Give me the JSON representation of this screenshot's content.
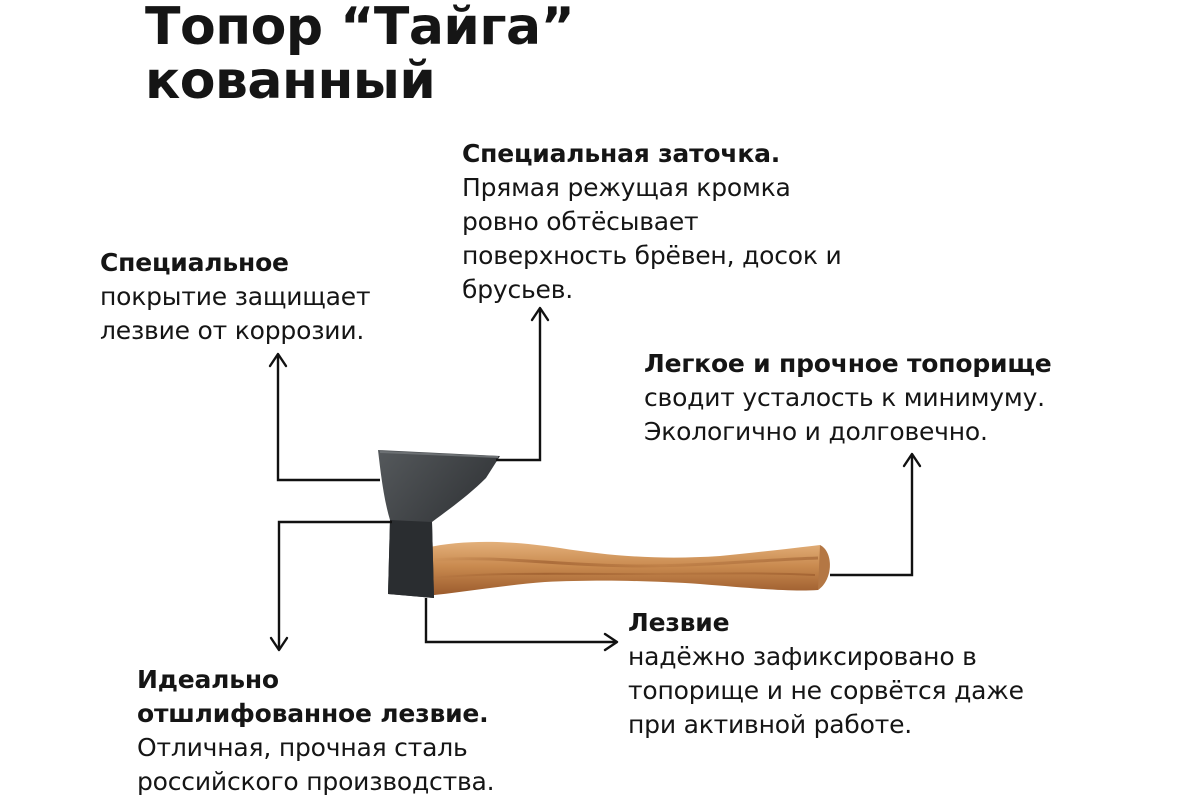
{
  "title": {
    "line1": "Топор “Тайга”",
    "line2": "кованный"
  },
  "callouts": {
    "sharpening": {
      "head": "Специальная заточка.",
      "lines": [
        "Прямая режущая кромка",
        "ровно обтёсывает",
        "поверхность брёвен, досок и",
        "брусьев."
      ]
    },
    "coating": {
      "head": "Специальное",
      "lines": [
        "покрытие защищает",
        "лезвие от коррозии."
      ]
    },
    "handle": {
      "head": "Легкое и прочное топорище",
      "lines": [
        "сводит усталость к минимуму.",
        "Экологично и долговечно."
      ]
    },
    "blade_fix": {
      "head": "Лезвие",
      "lines": [
        "надёжно зафиксировано в",
        "топорище и не сорвётся даже",
        "при активной работе."
      ]
    },
    "polished": {
      "head_lines": [
        "Идеально",
        "отшлифованное лезвие."
      ],
      "lines": [
        "Отличная, прочная сталь",
        "российского производства."
      ]
    }
  },
  "colors": {
    "text": "#151515",
    "axe_head": "#3d4043",
    "axe_head_dark": "#1f2123",
    "handle_light": "#d9a36a",
    "handle_dark": "#9a5a2c"
  }
}
